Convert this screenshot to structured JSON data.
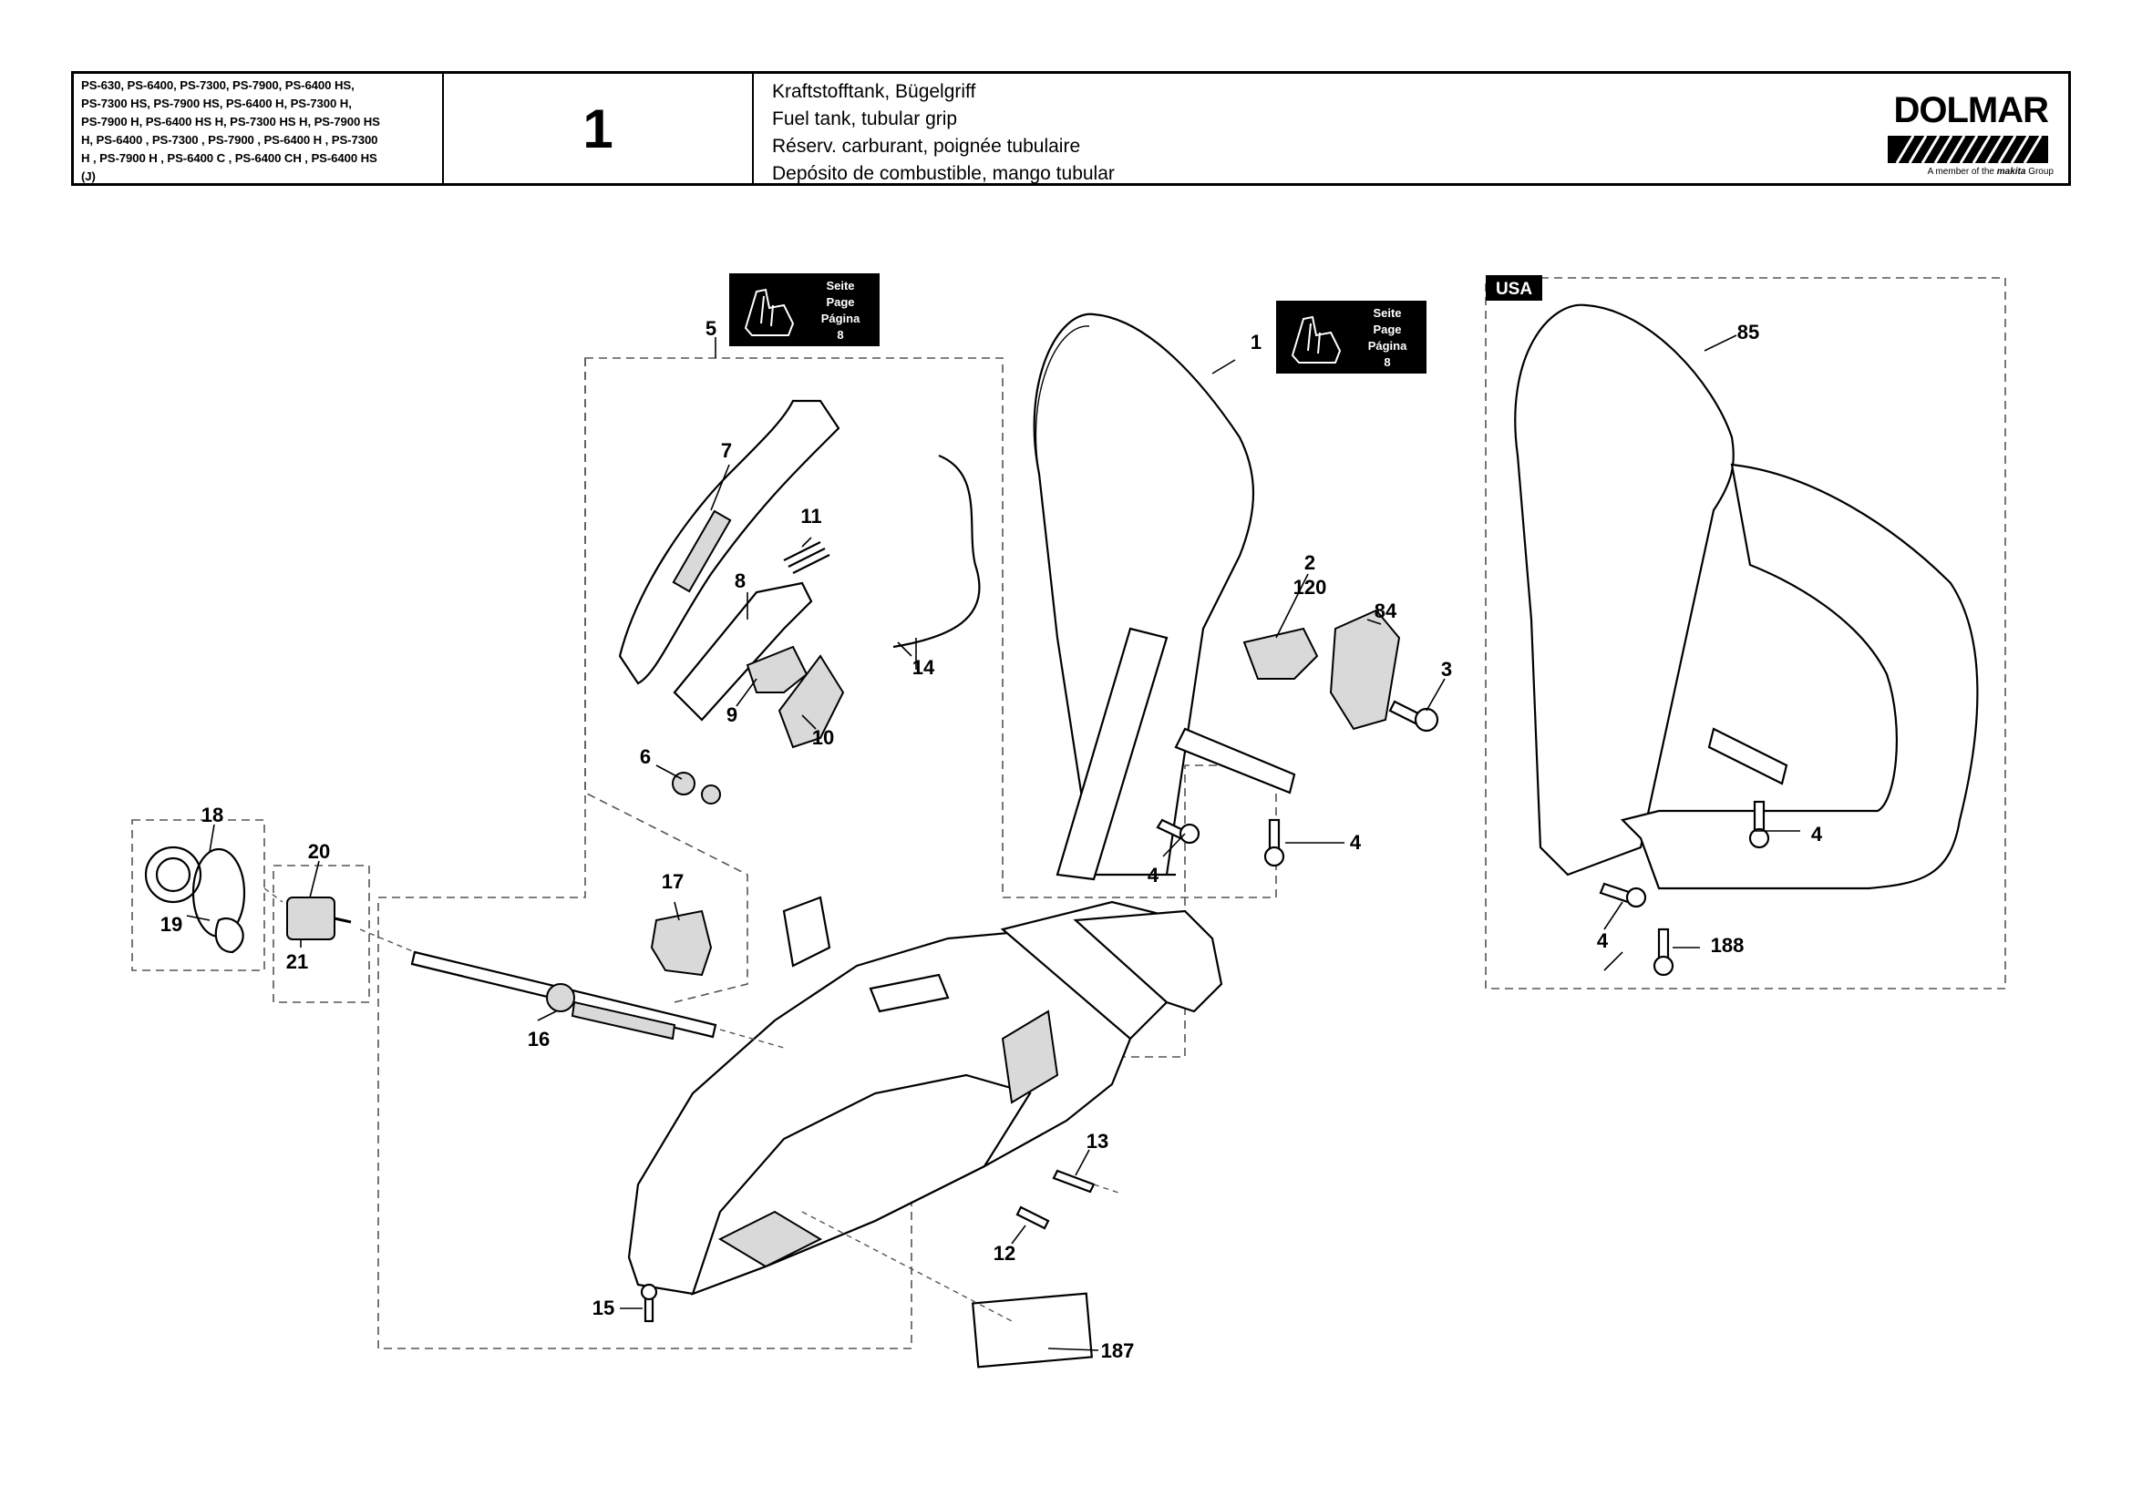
{
  "header": {
    "models": [
      "PS-630, PS-6400, PS-7300, PS-7900, PS-6400 HS,",
      "PS-7300 HS, PS-7900 HS, PS-6400 H, PS-7300 H,",
      "PS-7900 H, PS-6400 HS H, PS-7300 HS H, PS-7900 HS",
      "H, PS-6400 , PS-7300 , PS-7900 , PS-6400 H , PS-7300",
      "H , PS-7900 H , PS-6400 C , PS-6400 CH , PS-6400 HS",
      "(J)"
    ],
    "page_number": "1",
    "titles": [
      "Kraftstofftank, Bügelgriff",
      "Fuel tank, tubular grip",
      "Réserv. carburant, poignée tubulaire",
      "Depósito de combustible, mango tubular"
    ],
    "logo": "DOLMAR",
    "logo_sub_prefix": "A member of the ",
    "logo_sub_brand": "makita",
    "logo_sub_suffix": " Group"
  },
  "page_refs": [
    {
      "line1": "Seite",
      "line2": "Page",
      "line3": "Página",
      "line4": "8"
    },
    {
      "line1": "Seite",
      "line2": "Page",
      "line3": "Página",
      "line4": "8"
    }
  ],
  "usa_label": "USA",
  "callouts": {
    "c1": "1",
    "c2": "2",
    "c3": "3",
    "c4a": "4",
    "c4b": "4",
    "c4c": "4",
    "c4d": "4",
    "c5": "5",
    "c6": "6",
    "c7": "7",
    "c8": "8",
    "c9": "9",
    "c10": "10",
    "c11": "11",
    "c12": "12",
    "c13": "13",
    "c14": "14",
    "c15": "15",
    "c16": "16",
    "c17": "17",
    "c18": "18",
    "c19": "19",
    "c20": "20",
    "c21": "21",
    "c84": "84",
    "c85": "85",
    "c120": "120",
    "c187": "187",
    "c188": "188"
  }
}
